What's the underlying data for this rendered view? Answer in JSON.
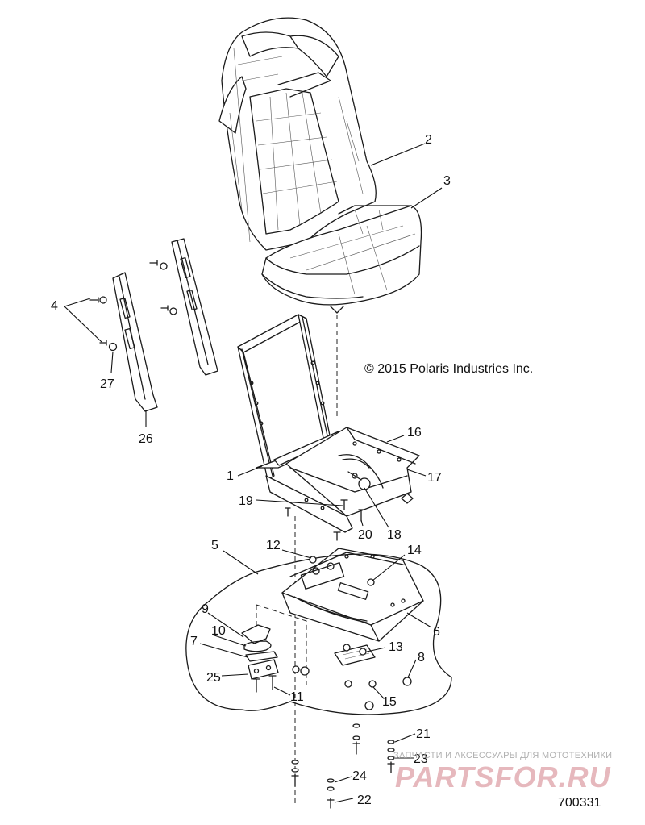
{
  "copyright": "© 2015 Polaris Industries Inc.",
  "figure_number": "700331",
  "watermark": {
    "tagline": "ЗАПЧАСТИ И АКСЕССУАРЫ ДЛЯ МОТОТЕХНИКИ",
    "brand": "PARTSFOR.RU"
  },
  "callouts": {
    "c1": "1",
    "c2": "2",
    "c3": "3",
    "c4": "4",
    "c5": "5",
    "c6": "6",
    "c7": "7",
    "c8": "8",
    "c9": "9",
    "c10": "10",
    "c11": "11",
    "c12": "12",
    "c13": "13",
    "c14": "14",
    "c15": "15",
    "c16": "16",
    "c17": "17",
    "c18": "18",
    "c19": "19",
    "c20": "20",
    "c21": "21",
    "c22": "22",
    "c23": "23",
    "c24": "24",
    "c25": "25",
    "c26": "26",
    "c27": "27"
  }
}
